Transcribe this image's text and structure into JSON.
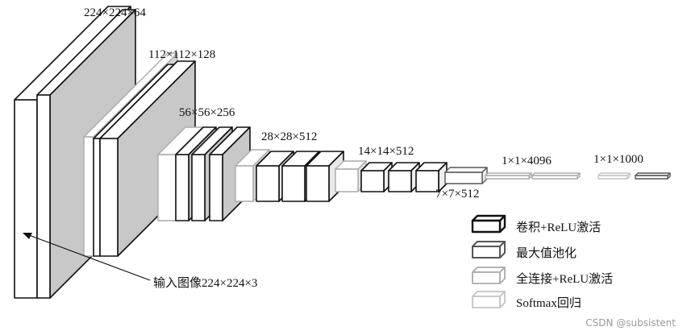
{
  "labels": {
    "conv1": "224×224×64",
    "conv2": "112×112×128",
    "conv3": "56×56×256",
    "conv4": "28×28×512",
    "conv5": "14×14×512",
    "pool5": "7×7×512",
    "fc1": "1×1×4096",
    "fc3": "1×1×1000",
    "input": "输入图像224×224×3"
  },
  "legend": {
    "conv": "卷积+ReLU激活",
    "pool": "最大值池化",
    "fc": "全连接+ReLU激活",
    "softmax": "Softmax回归"
  },
  "colors": {
    "conv": "#111111",
    "pool": "#555555",
    "fc": "#aaaaaa",
    "softmax": "#c4c4c4",
    "gray_fill": "#c8c8c8"
  },
  "watermark": "CSDN @subsistent"
}
